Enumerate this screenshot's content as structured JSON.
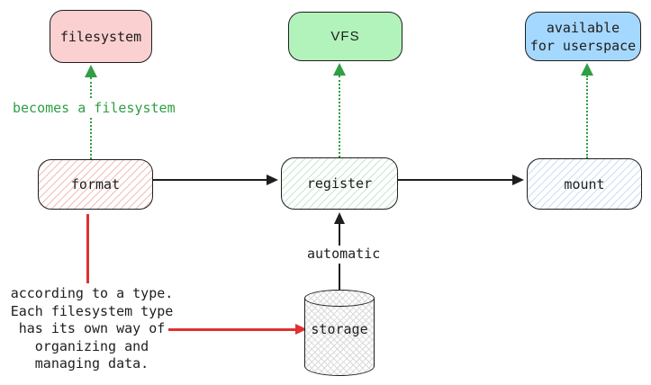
{
  "diagram": {
    "nodes": {
      "filesystem": {
        "label": "filesystem"
      },
      "vfs": {
        "label": "VFS"
      },
      "available": {
        "label": "available\nfor userspace"
      },
      "format": {
        "label": "format"
      },
      "register": {
        "label": "register"
      },
      "mount": {
        "label": "mount"
      },
      "storage": {
        "label": "storage"
      }
    },
    "annotations": {
      "becomes_a_filesystem": "becomes a filesystem",
      "automatic": "automatic",
      "according_note": "according to a type.\nEach filesystem type\nhas its own way of\norganizing and\nmanaging data."
    },
    "colors": {
      "filesystem_fill": "#fbd0d0",
      "vfs_fill": "#b2f2bb",
      "available_fill": "#a5d8ff",
      "hatch_red": "#f3bcbc",
      "hatch_green": "#c7e8cd",
      "hatch_blue": "#c9e0f5",
      "hatch_gray": "#d9d9d9",
      "arrow_green": "#2f9e44",
      "arrow_red": "#e03131",
      "stroke": "#1e1e1e"
    }
  }
}
